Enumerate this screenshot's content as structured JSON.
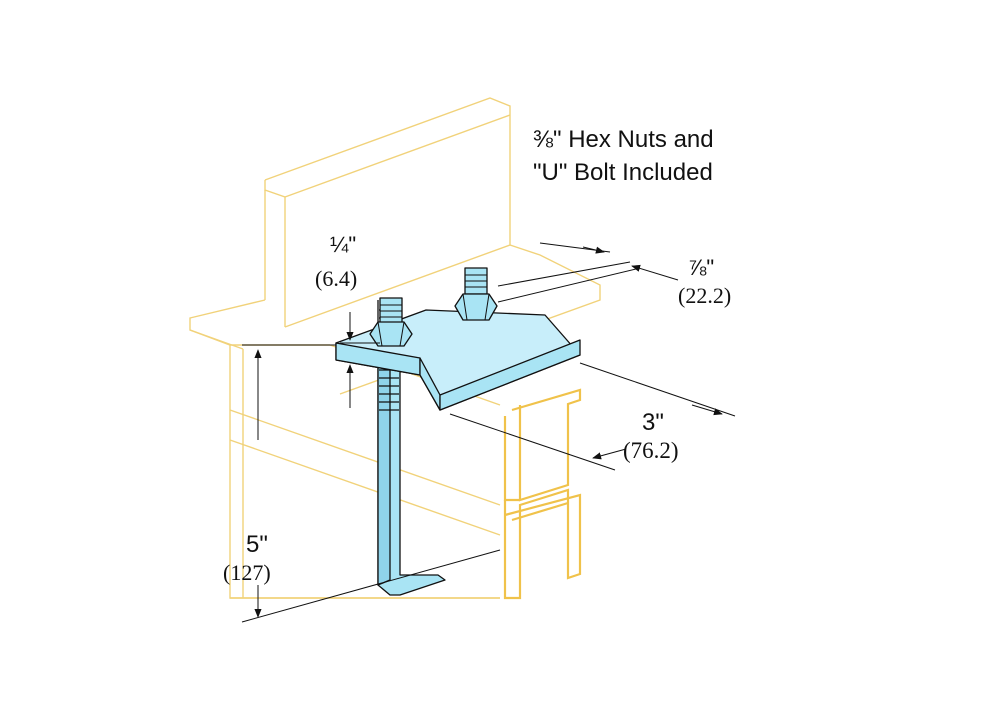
{
  "notes": {
    "hardware_line1": "⅜\" Hex Nuts and",
    "hardware_line2": "\"U\" Bolt Included"
  },
  "dimensions": {
    "thickness_in": "¼\"",
    "thickness_mm": "(6.4)",
    "lip_in": "⅞\"",
    "lip_mm": "(22.2)",
    "width_in": "3\"",
    "width_mm": "(76.2)",
    "height_in": "5\"",
    "height_mm": "(127)"
  },
  "colors": {
    "clamp": "#a9e4f4",
    "beam_outline": "#f1d27a",
    "strut_channel": "#f0c24a",
    "dimension_lines": "#111111"
  }
}
